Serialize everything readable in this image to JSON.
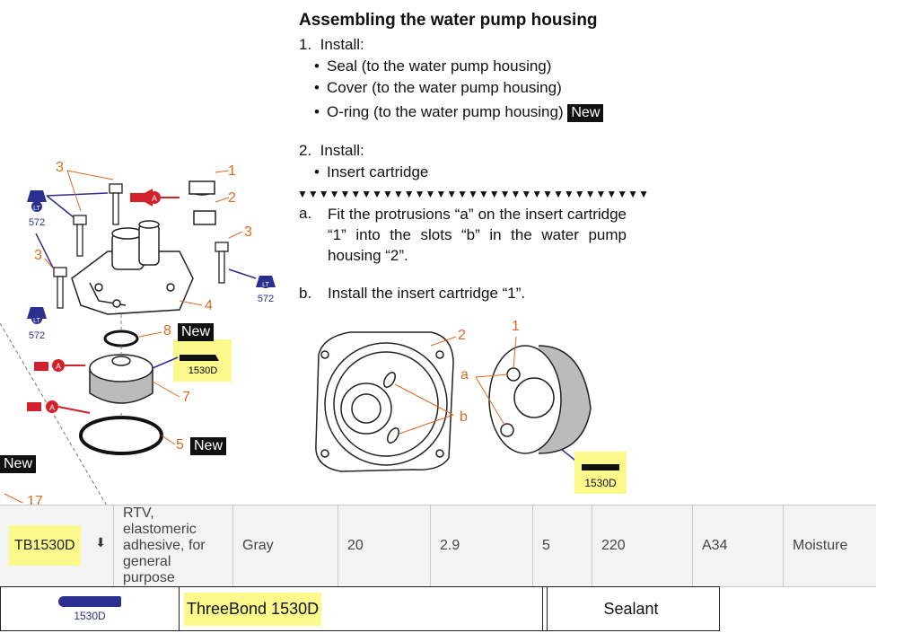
{
  "title": "Assembling the water pump housing",
  "steps": [
    {
      "num": "1.",
      "label": "Install:",
      "bullets": [
        "Seal (to the water pump housing)",
        "Cover (to the water pump housing)",
        "O-ring (to the water pump housing)"
      ],
      "new_badge": "New"
    },
    {
      "num": "2.",
      "label": "Install:",
      "bullets": [
        "Insert cartridge"
      ]
    }
  ],
  "triangle_row": "▼▼▼▼▼▼▼▼▼▼▼▼▼▼▼▼▼▼▼▼▼▼▼▼▼▼▼▼▼▼▼▼▼",
  "substeps": [
    {
      "letter": "a.",
      "text": "Fit the protrusions “a” on the insert cartridge “1” into the slots “b” in the water pump housing “2”."
    },
    {
      "letter": "b.",
      "text": "Install the insert cartridge “1”."
    }
  ],
  "left_diagram": {
    "callouts": [
      "1",
      "2",
      "3",
      "3",
      "3",
      "4",
      "5",
      "7",
      "8",
      "17"
    ],
    "new_labels": [
      "New",
      "New",
      "New"
    ],
    "loctite_labels": [
      "572",
      "572",
      "572"
    ],
    "loctite_badge": "LT",
    "adhesive_marker": "A",
    "tube_label": "1530D"
  },
  "right_diagram": {
    "callouts": [
      "1",
      "2",
      "a",
      "b"
    ],
    "tube_label": "1530D"
  },
  "spec_row": {
    "code": "TB1530D",
    "download_icon": "download-icon",
    "description": "RTV, elastomeric adhesive, for general purpose",
    "color": "Gray",
    "col1": "20",
    "col2": "2.9",
    "col3": "5",
    "col4": "220",
    "col5": "A34",
    "cure": "Moisture"
  },
  "bottom_row": {
    "tube_label": "1530D",
    "product": "ThreeBond 1530D",
    "type": "Sealant"
  },
  "colors": {
    "callout": "#e06a1f",
    "loctite": "#2b2f8f",
    "adhesive": "#d4202a",
    "highlight": "#fbf88c"
  }
}
